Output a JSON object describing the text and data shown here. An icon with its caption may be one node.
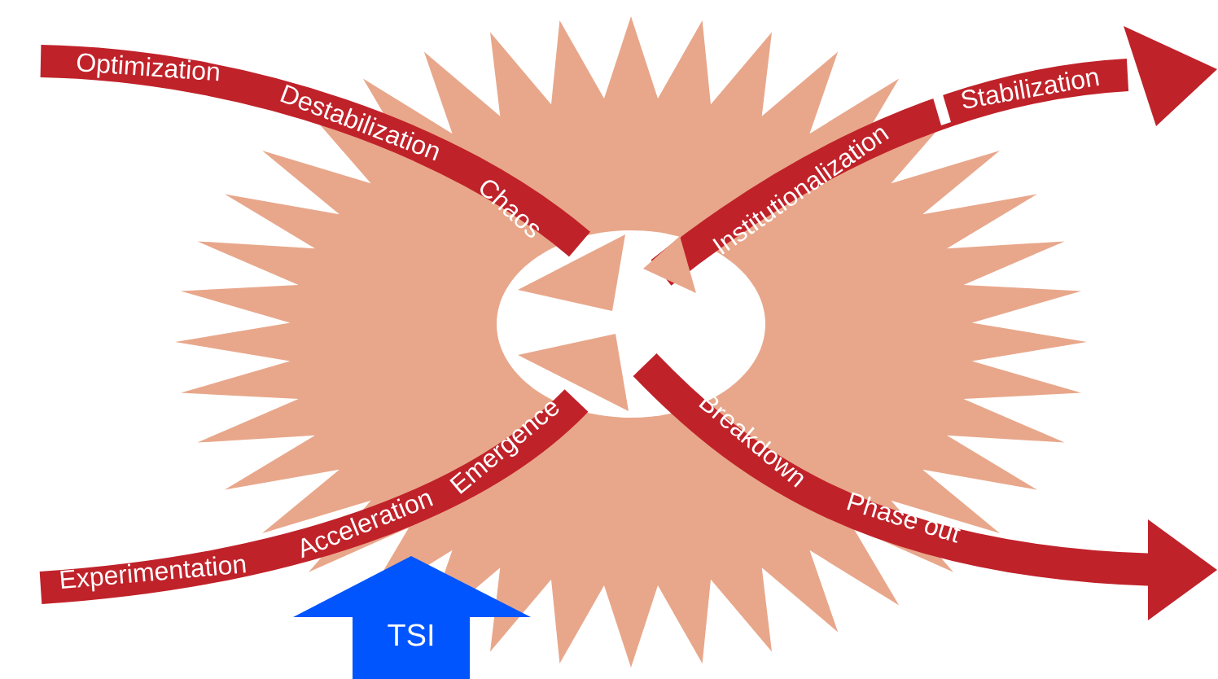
{
  "diagram": {
    "nodes": [
      {
        "text": [
          "Optimization",
          "Destabilization",
          "Chaos"
        ]
      },
      {
        "text": [
          "Experimentation",
          "Acceleration",
          "Emergence"
        ]
      },
      {
        "text": [
          "Institutionalization",
          "Stabilization"
        ]
      },
      {
        "text": [
          "Breakdown",
          "Phase out"
        ]
      },
      {
        "text": [
          "TSI"
        ]
      }
    ]
  }
}
